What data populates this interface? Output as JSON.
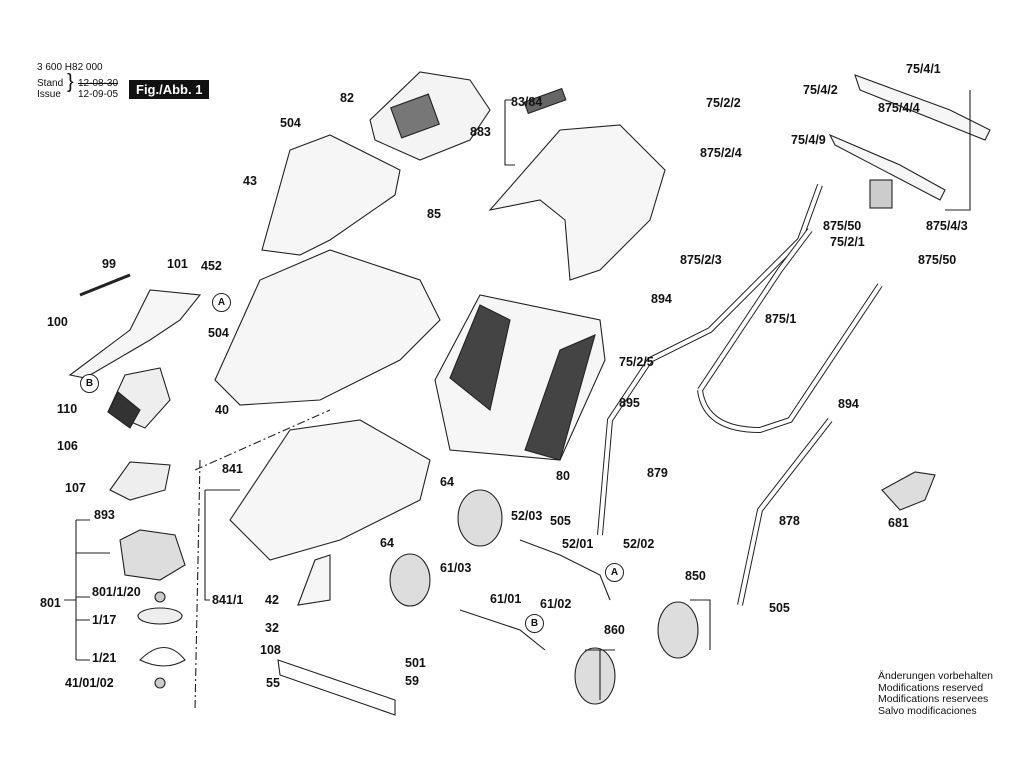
{
  "header": {
    "part_number": "3 600 H82 000",
    "stand_label": "Stand",
    "stand_date_struck": "12-08-30",
    "issue_label": "Issue",
    "issue_date": "12-09-05",
    "figure_label": "Fig./Abb. 1"
  },
  "notes": [
    "Änderungen vorbehalten",
    "Modifications reserved",
    "Modifications reservees",
    "Salvo modificaciones"
  ],
  "markers": [
    "A",
    "B",
    "A",
    "B"
  ],
  "parts": [
    "82",
    "504",
    "43",
    "85",
    "83/84",
    "883",
    "452",
    "504",
    "40",
    "99",
    "101",
    "100",
    "110",
    "106",
    "107",
    "893",
    "801",
    "801/1/20",
    "1/17",
    "1/21",
    "41/01/02",
    "841",
    "841/1",
    "42",
    "32",
    "108",
    "55",
    "501",
    "59",
    "64",
    "64",
    "80",
    "52/03",
    "505",
    "52/01",
    "52/02",
    "61/03",
    "61/01",
    "61/02",
    "860",
    "850",
    "505",
    "879",
    "878",
    "894",
    "75/2/5",
    "895",
    "875/1",
    "894",
    "681",
    "75/4/1",
    "75/4/2",
    "75/2/2",
    "875/4/4",
    "875/2/4",
    "75/4/9",
    "875/50",
    "75/2/1",
    "875/4/3",
    "875/2/3",
    "875/50"
  ]
}
